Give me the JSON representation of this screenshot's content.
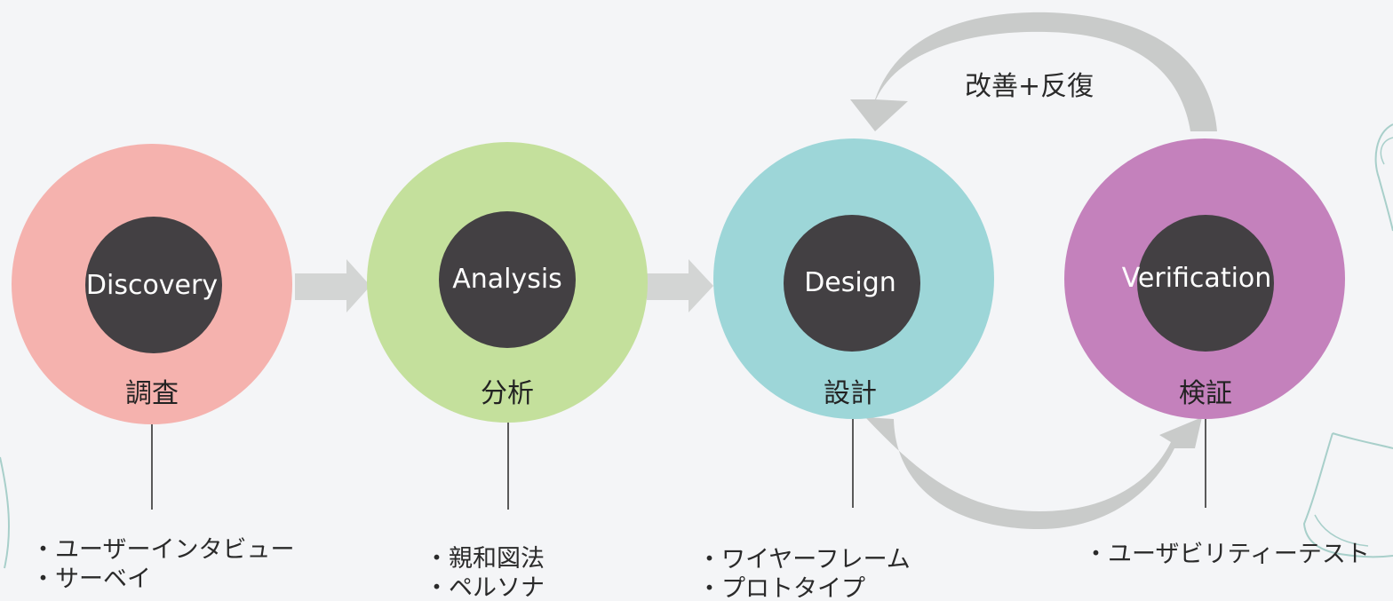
{
  "colors": {
    "background": "#f4f5f7",
    "discovery": "#f5b2ae",
    "analysis": "#c4e09c",
    "design": "#9dd6d8",
    "verification": "#c481bc",
    "inner": "#434043",
    "arrow": "#d3d5d4",
    "loop_arrow": "#c9cbca",
    "sketch_line": "#a8cfca"
  },
  "stages": [
    {
      "en": "Discovery",
      "ja": "調査",
      "methods": [
        "・ユーザーインタビュー",
        "・サーベイ"
      ]
    },
    {
      "en": "Analysis",
      "ja": "分析",
      "methods": [
        "・親和図法",
        "・ペルソナ"
      ]
    },
    {
      "en": "Design",
      "ja": "設計",
      "methods": [
        "・ワイヤーフレーム",
        "・プロトタイプ"
      ]
    },
    {
      "en": "Verification",
      "ja": "検証",
      "methods": [
        "・ユーザビリティーテスト"
      ]
    }
  ],
  "loop": {
    "label": "改善+反復"
  },
  "icons": [
    "right-arrow-icon",
    "loop-arrow-top-icon",
    "loop-arrow-bottom-icon",
    "sketch-decoration-icon"
  ]
}
